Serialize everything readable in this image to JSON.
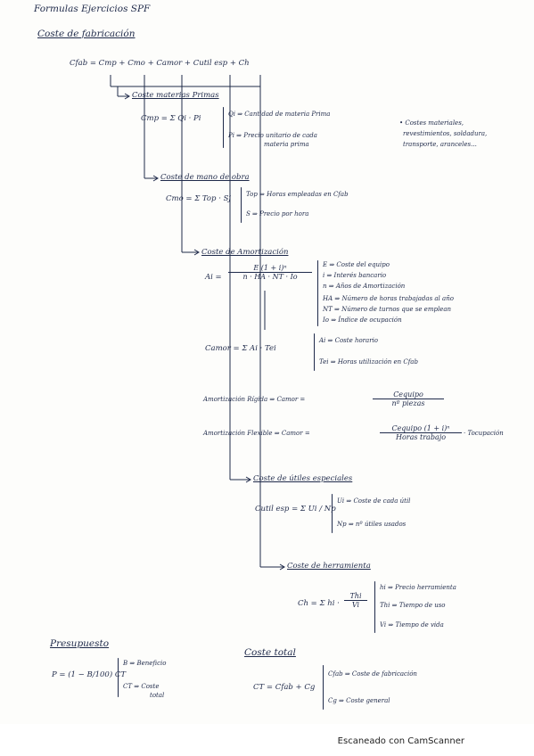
{
  "header": "Formulas Ejercicios SPF",
  "sections": {
    "fabricacion_title": "Coste de fabricación",
    "main_formula": "Cfab = Cmp + Cmo + Camor + Cutil esp + Ch",
    "materias_primas": {
      "title": "Coste materias Primas",
      "formula": "Cmp = Σ Qi · Pi",
      "qi": "Qi ⇒ Cantidad de materia Prima",
      "pi_1": "Pi ⇒ Precio unitario de cada",
      "pi_2": "materia prima",
      "note_1": "• Costes materiales,",
      "note_2": "revestimientos, soldadura,",
      "note_3": "transporte, aranceles..."
    },
    "mano_obra": {
      "title": "Coste de mano de obra",
      "formula": "Cmo = Σ Top · Sj",
      "top": "Top ⇒ Horas empleadas en Cfab",
      "s": "S ⇒ Precio por hora"
    },
    "amortizacion": {
      "title": "Coste de Amortización",
      "ai_lhs": "Ai =",
      "ai_num": "E (1 + i)ⁿ",
      "ai_den": "n · HA · NT · Io",
      "e": "E ⇒ Coste del equipo",
      "i": "i ⇒ Interés bancario",
      "n": "n ⇒ Años de Amortización",
      "ha": "HA ⇒ Número de horas trabajadas al año",
      "nt": "NT ⇒ Número de turnos que se emplean",
      "io": "Io ⇒ Índice de ocupación",
      "camor": "Camor = Σ Ai · Tei",
      "ai_def": "Ai ⇒ Coste horario",
      "tei_def": "Tei ⇒ Horas utilización en Cfab",
      "rigida_label": "Amortización Rígida ⇒ Camor =",
      "rigida_num": "Cequipo",
      "rigida_den": "nº piezas",
      "flexible_label": "Amortización Flexible ⇒ Camor =",
      "flexible_num": "Cequipo (1 + i)ⁿ",
      "flexible_den": "Horas trabajo",
      "flexible_tail": "· Tocupación"
    },
    "utiles": {
      "title": "Coste de útiles especiales",
      "formula": "Cutil esp = Σ Ui / Np",
      "ui": "Ui ⇒ Coste de cada útil",
      "np": "Np ⇒ nº útiles usados"
    },
    "herramienta": {
      "title": "Coste de herramienta",
      "formula_lhs": "Ch = Σ hi ·",
      "formula_num": "Thi",
      "formula_den": "Vi",
      "hi": "hi ⇒ Precio herramienta",
      "thi": "Thi ⇒ Tiempo de uso",
      "vi": "Vi ⇒ Tiempo de vida"
    },
    "presupuesto": {
      "title": "Presupuesto",
      "formula": "P = (1 − B/100) CT",
      "b": "B ⇒ Beneficio",
      "ct_1": "CT ⇒ Coste",
      "ct_2": "total"
    },
    "coste_total": {
      "title": "Coste total",
      "formula": "CT = Cfab + Cg",
      "cfab": "Cfab ⇒ Coste de fabricación",
      "cg": "Cg ⇒ Coste general"
    }
  },
  "footer": "Escaneado con CamScanner"
}
